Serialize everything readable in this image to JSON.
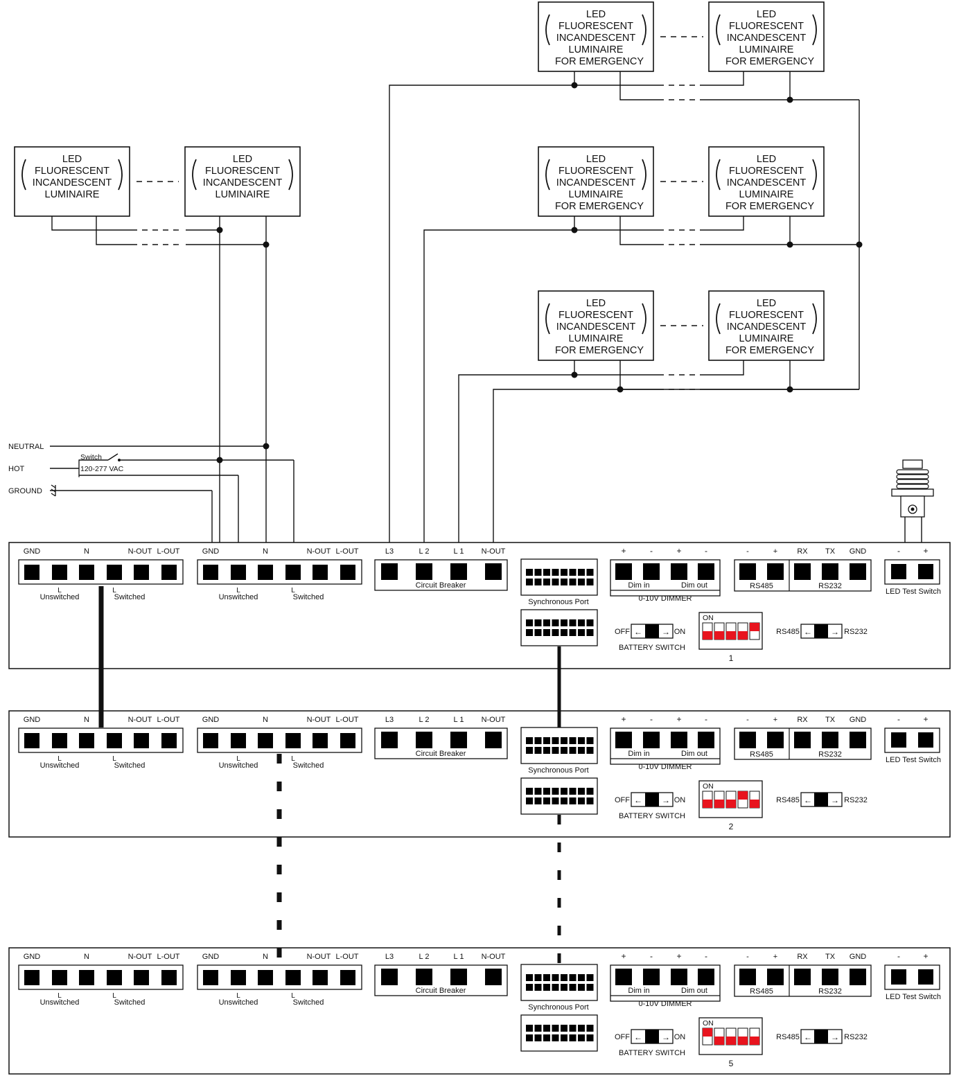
{
  "luminaire_lines": [
    "LED",
    "FLUORESCENT",
    "INCANDESCENT",
    "LUMINAIRE"
  ],
  "emergency_line": "FOR EMERGENCY",
  "supply": {
    "neutral": "NEUTRAL",
    "hot": "HOT",
    "ground": "GROUND",
    "switch": "Switch",
    "voltage": "120-277 VAC"
  },
  "terminal_block": {
    "labels": [
      "GND",
      "N",
      "N-OUT",
      "L-OUT"
    ],
    "sub_l": "L",
    "unswitched": "Unswitched",
    "switched": "Switched"
  },
  "breaker_block": {
    "labels": [
      "L3",
      "L 2",
      "L 1",
      "N-OUT"
    ],
    "caption": "Circuit Breaker"
  },
  "sync_port": "Synchronous Port",
  "dimmer_block": {
    "plus": "+",
    "minus": "-",
    "dim_in": "Dim in",
    "dim_out": "Dim out",
    "caption": "0-10V DIMMER"
  },
  "comm_block": {
    "labels": [
      "-",
      "+",
      "RX",
      "TX",
      "GND"
    ],
    "rs485": "RS485",
    "rs232": "RS232"
  },
  "led_test": {
    "labels": [
      "-",
      "+"
    ],
    "caption": "LED Test Switch"
  },
  "battery_switch": {
    "off": "OFF",
    "on": "ON",
    "caption": "BATTERY SWITCH"
  },
  "rs_switch": {
    "left": "RS485",
    "right": "RS232"
  },
  "dip_on_label": "ON",
  "accent_color": "#e8141e",
  "units": [
    {
      "id": "1",
      "dip_up": [
        5
      ]
    },
    {
      "id": "2",
      "dip_up": [
        4
      ]
    },
    {
      "id": "5",
      "dip_up": [
        1
      ]
    }
  ]
}
